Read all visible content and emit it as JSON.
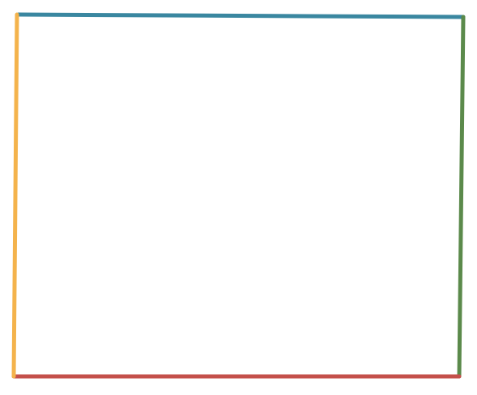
{
  "diagram": {
    "shape": "quadrilateral",
    "edges": [
      {
        "side": "top",
        "color": "#3a87a0"
      },
      {
        "side": "right",
        "color": "#5b8a4b"
      },
      {
        "side": "bottom",
        "color": "#c4504a"
      },
      {
        "side": "left",
        "color": "#f4b34c"
      }
    ]
  }
}
